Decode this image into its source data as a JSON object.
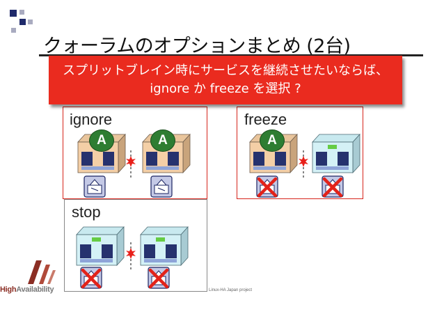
{
  "slide": {
    "title": "クォーラムのオプションまとめ (2台)",
    "banner_line1": "スプリットブレイン時にサービスを継続させたいならば、",
    "banner_line2": "ignore か freeze を選択 ?",
    "footer": "Linux-HA Japan project",
    "logo": {
      "text_start": "High",
      "text_end": "Availability"
    }
  },
  "panels": {
    "ignore": {
      "label": "ignore",
      "badge_left": "A",
      "badge_right": "A"
    },
    "freeze": {
      "label": "freeze",
      "badge_left": "A"
    },
    "stop": {
      "label": "stop"
    }
  },
  "colors": {
    "accent_red": "#ea2b1f",
    "panel_border": "#d6231a",
    "server_orange": "#f4cfa6",
    "server_cyan": "#d4f1f6",
    "badge_green": "#2e7d32"
  },
  "icons": [
    "server-icon",
    "disk-icon",
    "cross-icon",
    "split-icon"
  ]
}
